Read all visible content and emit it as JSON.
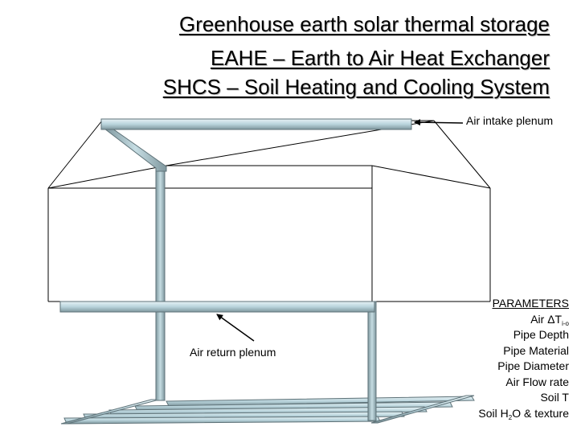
{
  "titles": [
    "Greenhouse earth solar thermal storage",
    "EAHE – Earth to Air Heat Exchanger",
    "SHCS – Soil Heating and Cooling System"
  ],
  "labels": {
    "air_intake": "Air intake plenum",
    "air_return": "Air return plenum"
  },
  "parameters": {
    "header": "PARAMETERS",
    "air_delta_prefix": "Air ",
    "delta_symbol": "ΔT",
    "delta_subscript": "i-o",
    "pipe_depth": "Pipe Depth",
    "pipe_material": "Pipe Material",
    "pipe_diameter": "Pipe Diameter",
    "air_flow_rate": "Air Flow rate",
    "soil_t": "Soil T",
    "soil_prefix": "Soil H",
    "soil_sub": "2",
    "soil_suffix": "O & texture"
  },
  "colors": {
    "pipe_fill": "#b9d4dc",
    "pipe_edge": "#5e7278",
    "outline": "#000000"
  }
}
